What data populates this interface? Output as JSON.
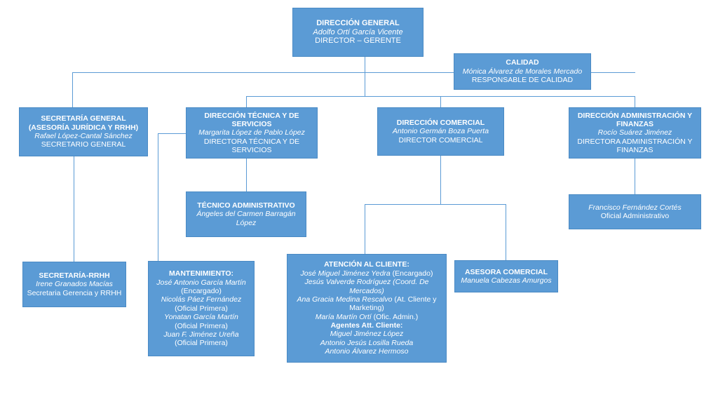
{
  "chart_data": {
    "type": "diagram",
    "title": "Organigrama",
    "diagram_kind": "organizational-chart",
    "node_color": "#5b9bd5",
    "connector_color": "#5b9bd5",
    "text_color": "#ffffff",
    "background": "#ffffff",
    "nodes": [
      {
        "id": "direccion-general",
        "level": 0,
        "title": "DIRECCIÓN GENERAL",
        "name": "Adolfo Ortí García Vicente",
        "role": "DIRECTOR – GERENTE"
      },
      {
        "id": "calidad",
        "level": 1,
        "title": "CALIDAD",
        "name": "Mónica Álvarez de Morales Mercado",
        "role": "RESPONSABLE DE CALIDAD"
      },
      {
        "id": "secretaria-general",
        "level": 2,
        "title": "SECRETARÍA GENERAL",
        "title2": "(ASESORÍA JURÍDICA Y RRHH)",
        "name": "Rafael López-Cantal Sánchez",
        "role": "SECRETARIO GENERAL"
      },
      {
        "id": "direccion-tecnica",
        "level": 2,
        "title": "DIRECCIÓN TÉCNICA Y DE",
        "title2": "SERVICIOS",
        "name": "Margarita López de Pablo López",
        "role": "DIRECTORA TÉCNICA Y DE",
        "role2": "SERVICIOS"
      },
      {
        "id": "direccion-comercial",
        "level": 2,
        "title": "DIRECCIÓN COMERCIAL",
        "name": "Antonio Germán Boza Puerta",
        "role": "DIRECTOR COMERCIAL"
      },
      {
        "id": "direccion-administracion",
        "level": 2,
        "title": "DIRECCIÓN ADMINISTRACIÓN Y",
        "title2": "FINANZAS",
        "name": "Rocío Suárez Jiménez",
        "role": "DIRECTORA ADMINISTRACIÓN Y",
        "role2": "FINANZAS"
      },
      {
        "id": "tecnico-administrativo",
        "level": 3,
        "title": "TÉCNICO ADMINISTRATIVO",
        "name": "Ángeles del Carmen Barragán",
        "name2": "López"
      },
      {
        "id": "oficial-administrativo",
        "level": 3,
        "name": "Francisco Fernández Cortés",
        "role": "Oficial Administrativo"
      },
      {
        "id": "secretaria-rrhh",
        "level": 4,
        "title": "SECRETARÍA-RRHH",
        "name": "Irene Granados Macías",
        "role": "Secretaria Gerencia y RRHH"
      },
      {
        "id": "mantenimiento",
        "level": 4,
        "title": "MANTENIMIENTO:",
        "people": [
          {
            "name": "José Antonio García Martín",
            "role": "(Encargado)"
          },
          {
            "name": "Nicolás Páez Fernández",
            "role": "(Oficial Primera)"
          },
          {
            "name": "Yonatan García Martín",
            "role": "(Oficial Primera)"
          },
          {
            "name": "Juan F. Jiménez Ureña",
            "role": "(Oficial Primera)"
          }
        ]
      },
      {
        "id": "atencion-cliente",
        "level": 4,
        "title": "ATENCIÓN AL CLIENTE:",
        "inline_people": [
          {
            "name": "José Miguel Jiménez Yedra",
            "note": " (Encargado)"
          },
          {
            "name": "Jesús Valverde Rodríguez (Coord. De Mercados)",
            "note": ""
          },
          {
            "name": "Ana Gracia Medina Rescalvo",
            "note": " (At. Cliente y Marketing)"
          },
          {
            "name": "María Martín Ortí",
            "note": " (Ofic. Admin.)"
          }
        ],
        "subheading": "Agentes Att. Cliente:",
        "agents": [
          "Miguel Jiménez López",
          "Antonio Jesús Losilla Rueda",
          "Antonio Álvarez Hermoso"
        ]
      },
      {
        "id": "asesora-comercial",
        "level": 4,
        "title": "ASESORA COMERCIAL",
        "name": "Manuela Cabezas Amurgos"
      }
    ],
    "edges": [
      {
        "from": "direccion-general",
        "to": "calidad"
      },
      {
        "from": "direccion-general",
        "to": "secretaria-general"
      },
      {
        "from": "direccion-general",
        "to": "direccion-tecnica"
      },
      {
        "from": "direccion-general",
        "to": "direccion-comercial"
      },
      {
        "from": "direccion-general",
        "to": "direccion-administracion"
      },
      {
        "from": "direccion-tecnica",
        "to": "tecnico-administrativo"
      },
      {
        "from": "direccion-tecnica",
        "to": "mantenimiento"
      },
      {
        "from": "direccion-administracion",
        "to": "oficial-administrativo"
      },
      {
        "from": "secretaria-general",
        "to": "secretaria-rrhh"
      },
      {
        "from": "direccion-comercial",
        "to": "atencion-cliente"
      },
      {
        "from": "direccion-comercial",
        "to": "asesora-comercial"
      }
    ]
  }
}
